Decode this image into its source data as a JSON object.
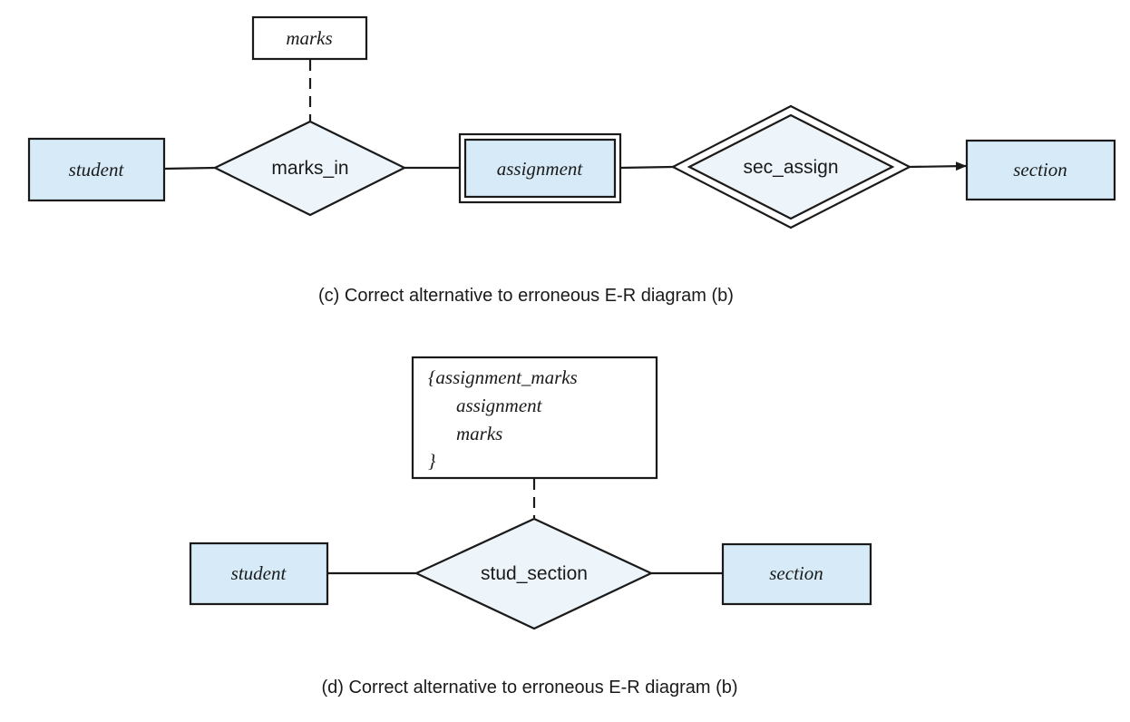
{
  "diagram_c": {
    "student": "student",
    "marks_in": "marks_in",
    "marks": "marks",
    "assignment": "assignment",
    "sec_assign": "sec_assign",
    "section": "section",
    "caption": "(c) Correct alternative to erroneous E-R diagram (b)"
  },
  "diagram_d": {
    "student": "student",
    "stud_section": "stud_section",
    "section": "section",
    "attribute_lines": [
      "{assignment_marks",
      "assignment",
      "marks",
      "}"
    ],
    "caption": "(d) Correct alternative to erroneous E-R diagram (b)"
  },
  "colors": {
    "entity_fill": "#d6ebf7",
    "relationship_fill": "#edf5fb",
    "stroke": "#1a1a1a"
  }
}
